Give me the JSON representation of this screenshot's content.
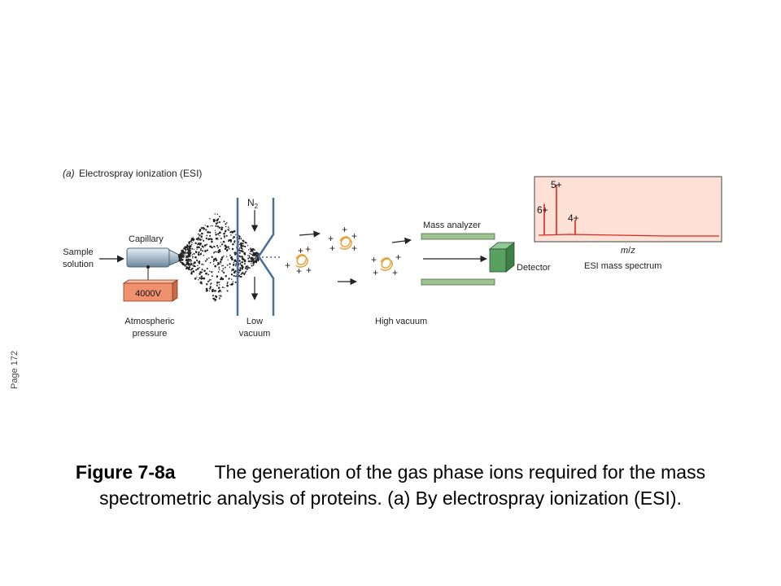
{
  "page_label": "Page 172",
  "diagram": {
    "panel_prefix": "(a)",
    "panel_title": "Electrospray ionization (ESI)",
    "labels": {
      "sample_line1": "Sample",
      "sample_line2": "solution",
      "capillary": "Capillary",
      "voltage": "4000V",
      "atm_line1": "Atmospheric",
      "atm_line2": "pressure",
      "n2": "N",
      "n2_sub": "2",
      "low_line1": "Low",
      "low_line2": "vacuum",
      "high_vacuum": "High vacuum",
      "mass_analyzer": "Mass analyzer",
      "detector": "Detector",
      "spectrum_caption": "ESI mass spectrum",
      "mz_m": "m",
      "mz_slash": "/",
      "mz_z": "z",
      "peak_5": "5+",
      "peak_6": "6+",
      "peak_4": "4+",
      "ion_plus": "+"
    },
    "spectrum": {
      "peaks": [
        {
          "label": "6+",
          "relative_height": 0.62
        },
        {
          "label": "5+",
          "relative_height": 1.0
        },
        {
          "label": "4+",
          "relative_height": 0.3
        }
      ]
    },
    "colors": {
      "spectrum_background": "#fde0d6",
      "spectrum_line": "#e0261b",
      "voltage_box": "#f0916e",
      "electrode_plates": "#9fc491",
      "detector": "#5aa062",
      "nozzle_walls": "#4a6f9a",
      "protein_ions": "#e8a33a"
    }
  },
  "caption": {
    "label": "Figure 7-8a",
    "text": "The generation of the gas phase ions required for the mass spectrometric analysis of proteins. (a) By electrospray ionization (ESI)."
  }
}
